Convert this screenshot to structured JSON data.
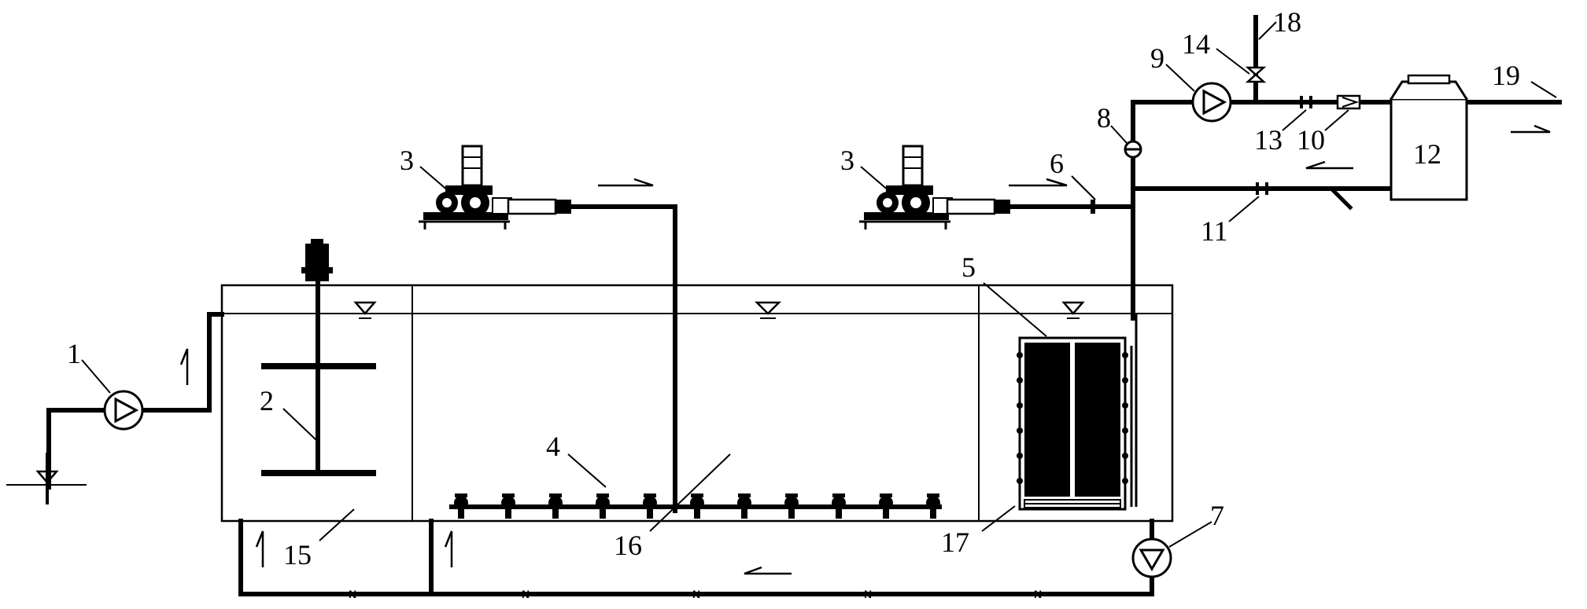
{
  "labels": {
    "n1": "1",
    "n2": "2",
    "n3a": "3",
    "n3b": "3",
    "n4": "4",
    "n5": "5",
    "n6": "6",
    "n7": "7",
    "n8": "8",
    "n9": "9",
    "n10": "10",
    "n11": "11",
    "n12": "12",
    "n13": "13",
    "n14": "14",
    "n15": "15",
    "n16": "16",
    "n17": "17",
    "n18": "18",
    "n19": "19"
  },
  "pipe_mark": "N"
}
